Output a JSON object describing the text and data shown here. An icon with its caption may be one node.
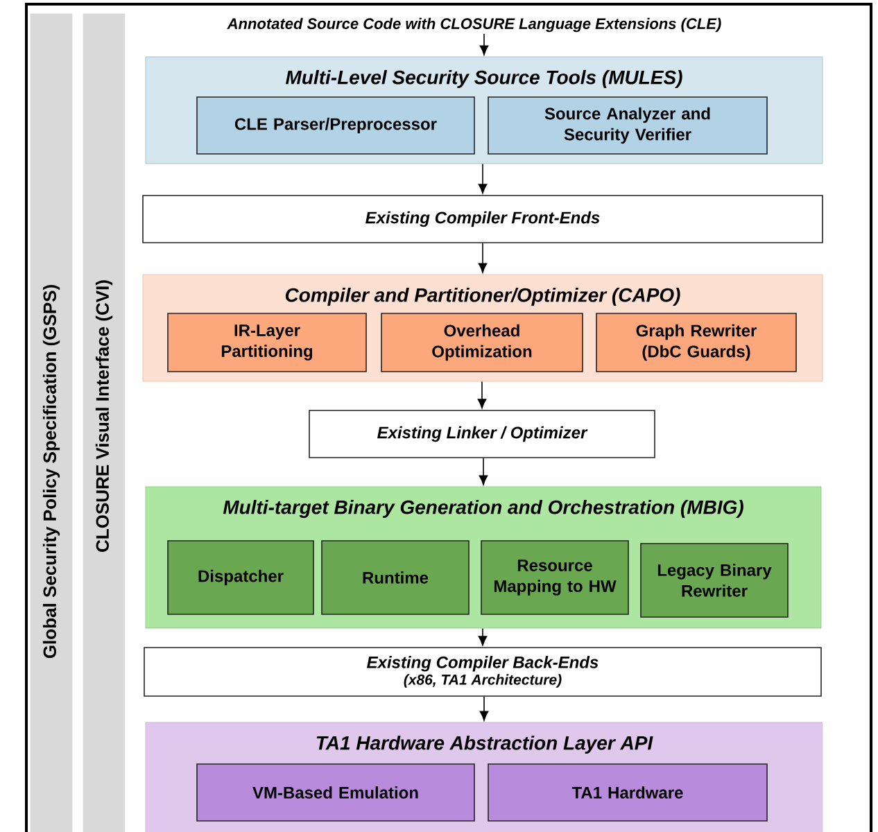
{
  "diagram": {
    "nodes": [
      {
        "text": [
          "Global Security Policy Specification (GSPS)"
        ]
      },
      {
        "text": [
          "CLOSURE Visual Interface (CVI)"
        ]
      },
      {
        "text": [
          "Annotated Source Code with CLOSURE Language Extensions (CLE)"
        ]
      },
      {
        "text": [
          "Multi-Level Security Source Tools (MULES)"
        ]
      },
      {
        "text": [
          "CLE Parser/Preprocessor"
        ],
        "in": 3
      },
      {
        "text": [
          "Source Analyzer and Security Verifier"
        ],
        "in": 3
      },
      {
        "text": [
          "Existing Compiler Front-Ends"
        ]
      },
      {
        "text": [
          "Compiler and Partitioner/Optimizer (CAPO)"
        ]
      },
      {
        "text": [
          "IR-Layer Partitioning"
        ],
        "in": 7
      },
      {
        "text": [
          "Overhead Optimization"
        ],
        "in": 7
      },
      {
        "text": [
          "Graph Rewriter (DbC Guards)"
        ],
        "in": 7
      },
      {
        "text": [
          "Existing Linker / Optimizer"
        ]
      },
      {
        "text": [
          "Multi-target Binary Generation and Orchestration (MBIG)"
        ]
      },
      {
        "text": [
          "Dispatcher"
        ],
        "in": 12
      },
      {
        "text": [
          "Runtime"
        ],
        "in": 12
      },
      {
        "text": [
          "Resource Mapping to HW"
        ],
        "in": 12
      },
      {
        "text": [
          "Legacy Binary Rewriter"
        ],
        "in": 12
      },
      {
        "text": [
          "Existing Compiler Back-Ends",
          "(x86, TA1 Architecture)"
        ]
      },
      {
        "text": [
          "TA1 Hardware Abstraction Layer API"
        ]
      },
      {
        "text": [
          "VM-Based Emulation"
        ],
        "in": 18
      },
      {
        "text": [
          "TA1 Hardware"
        ],
        "in": 18
      }
    ],
    "edges": [
      {
        "from": 2,
        "to": 3,
        "arrow": "to"
      },
      {
        "from": 3,
        "to": 6,
        "arrow": "to"
      },
      {
        "from": 6,
        "to": 7,
        "arrow": "to"
      },
      {
        "from": 7,
        "to": 11,
        "arrow": "to"
      },
      {
        "from": 11,
        "to": 12,
        "arrow": "to"
      },
      {
        "from": 12,
        "to": 17,
        "arrow": "to"
      },
      {
        "from": 17,
        "to": 18,
        "arrow": "to"
      }
    ]
  }
}
